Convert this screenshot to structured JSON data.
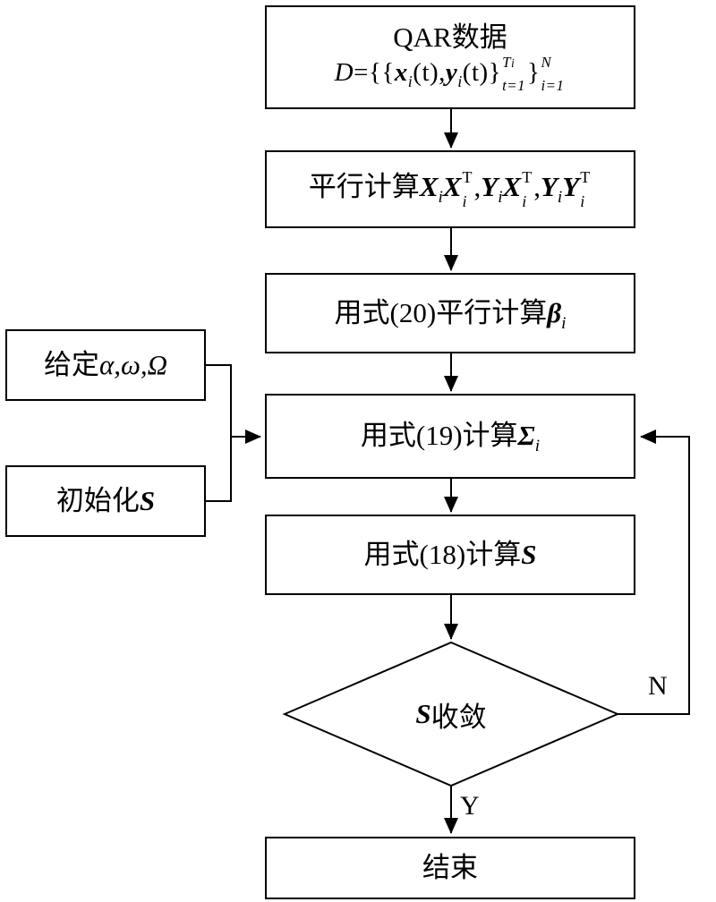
{
  "nodes": {
    "qar": {
      "title": "QAR数据",
      "formula": {
        "d": "D",
        "eq": "=",
        "open": "{{",
        "x": "x",
        "x_sub": "i",
        "x_arg": "(t),",
        "y": "y",
        "y_sub": "i",
        "y_arg": "(t)",
        "brace1": "}",
        "sup1_base": "T",
        "sup1_sub": "i",
        "sub1": "t=1",
        "brace2": "}",
        "sup2": "N",
        "sub2": "i=1"
      }
    },
    "parallel": {
      "prefix": "平行计算",
      "x1": "X",
      "x1_sub": "i",
      "x2": "X",
      "x2_sup": "T",
      "x2_sub": "i",
      "c1": ",",
      "y1": "Y",
      "y1_sub": "i",
      "x3": "X",
      "x3_sup": "T",
      "x3_sub": "i",
      "c2": ",",
      "y2": "Y",
      "y2_sub": "i",
      "y3": "Y",
      "y3_sup": "T",
      "y3_sub": "i"
    },
    "beta": {
      "prefix": "用式(20)平行计算",
      "sym": "β",
      "sub": "i"
    },
    "sigma": {
      "prefix": "用式(19)计算",
      "sym": "Σ",
      "sub": "i"
    },
    "s_update": {
      "prefix": "用式(18)计算",
      "sym": "S"
    },
    "decision": {
      "sym": "S",
      "text": "收敛"
    },
    "given": {
      "prefix": "给定",
      "syms": "α,ω,Ω"
    },
    "init": {
      "prefix": "初始化",
      "sym": "S"
    },
    "end": {
      "label": "结束"
    }
  },
  "labels": {
    "no": "N",
    "yes": "Y"
  },
  "colors": {
    "line": "#000000",
    "fill": "#ffffff"
  }
}
